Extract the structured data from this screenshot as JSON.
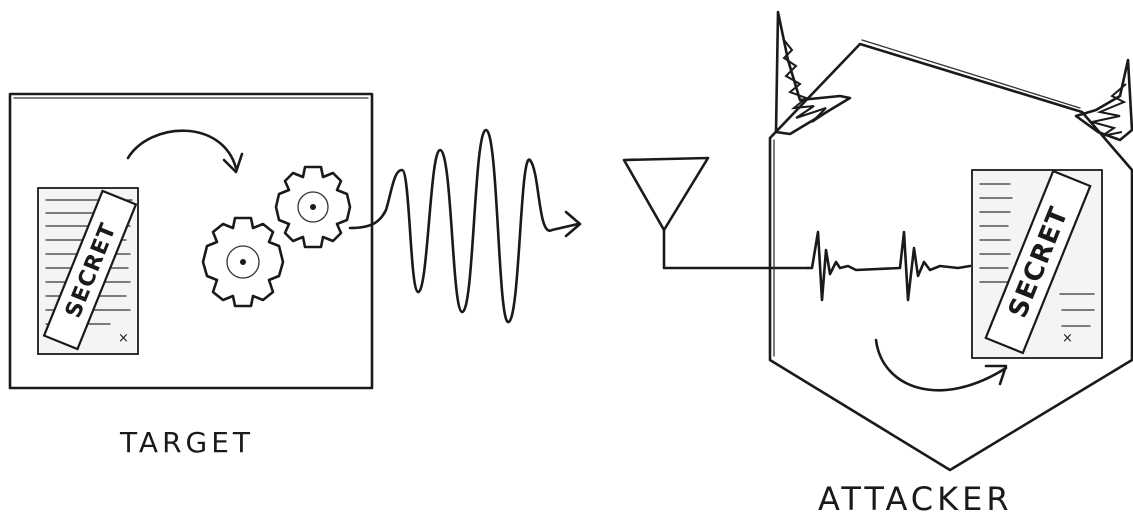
{
  "labels": {
    "target": "TARGET",
    "attacker": "ATTACKER",
    "secret_left": "SECRET",
    "secret_right": "SECRET",
    "x_mark_left": "×",
    "x_mark_right": "×"
  },
  "colors": {
    "ink": "#1a1a1a",
    "paper": "#ffffff",
    "document": "#f4f4f4"
  },
  "icons": [
    "gear-icon",
    "antenna-icon",
    "horn-icon",
    "secret-document-icon",
    "arrow-icon"
  ]
}
